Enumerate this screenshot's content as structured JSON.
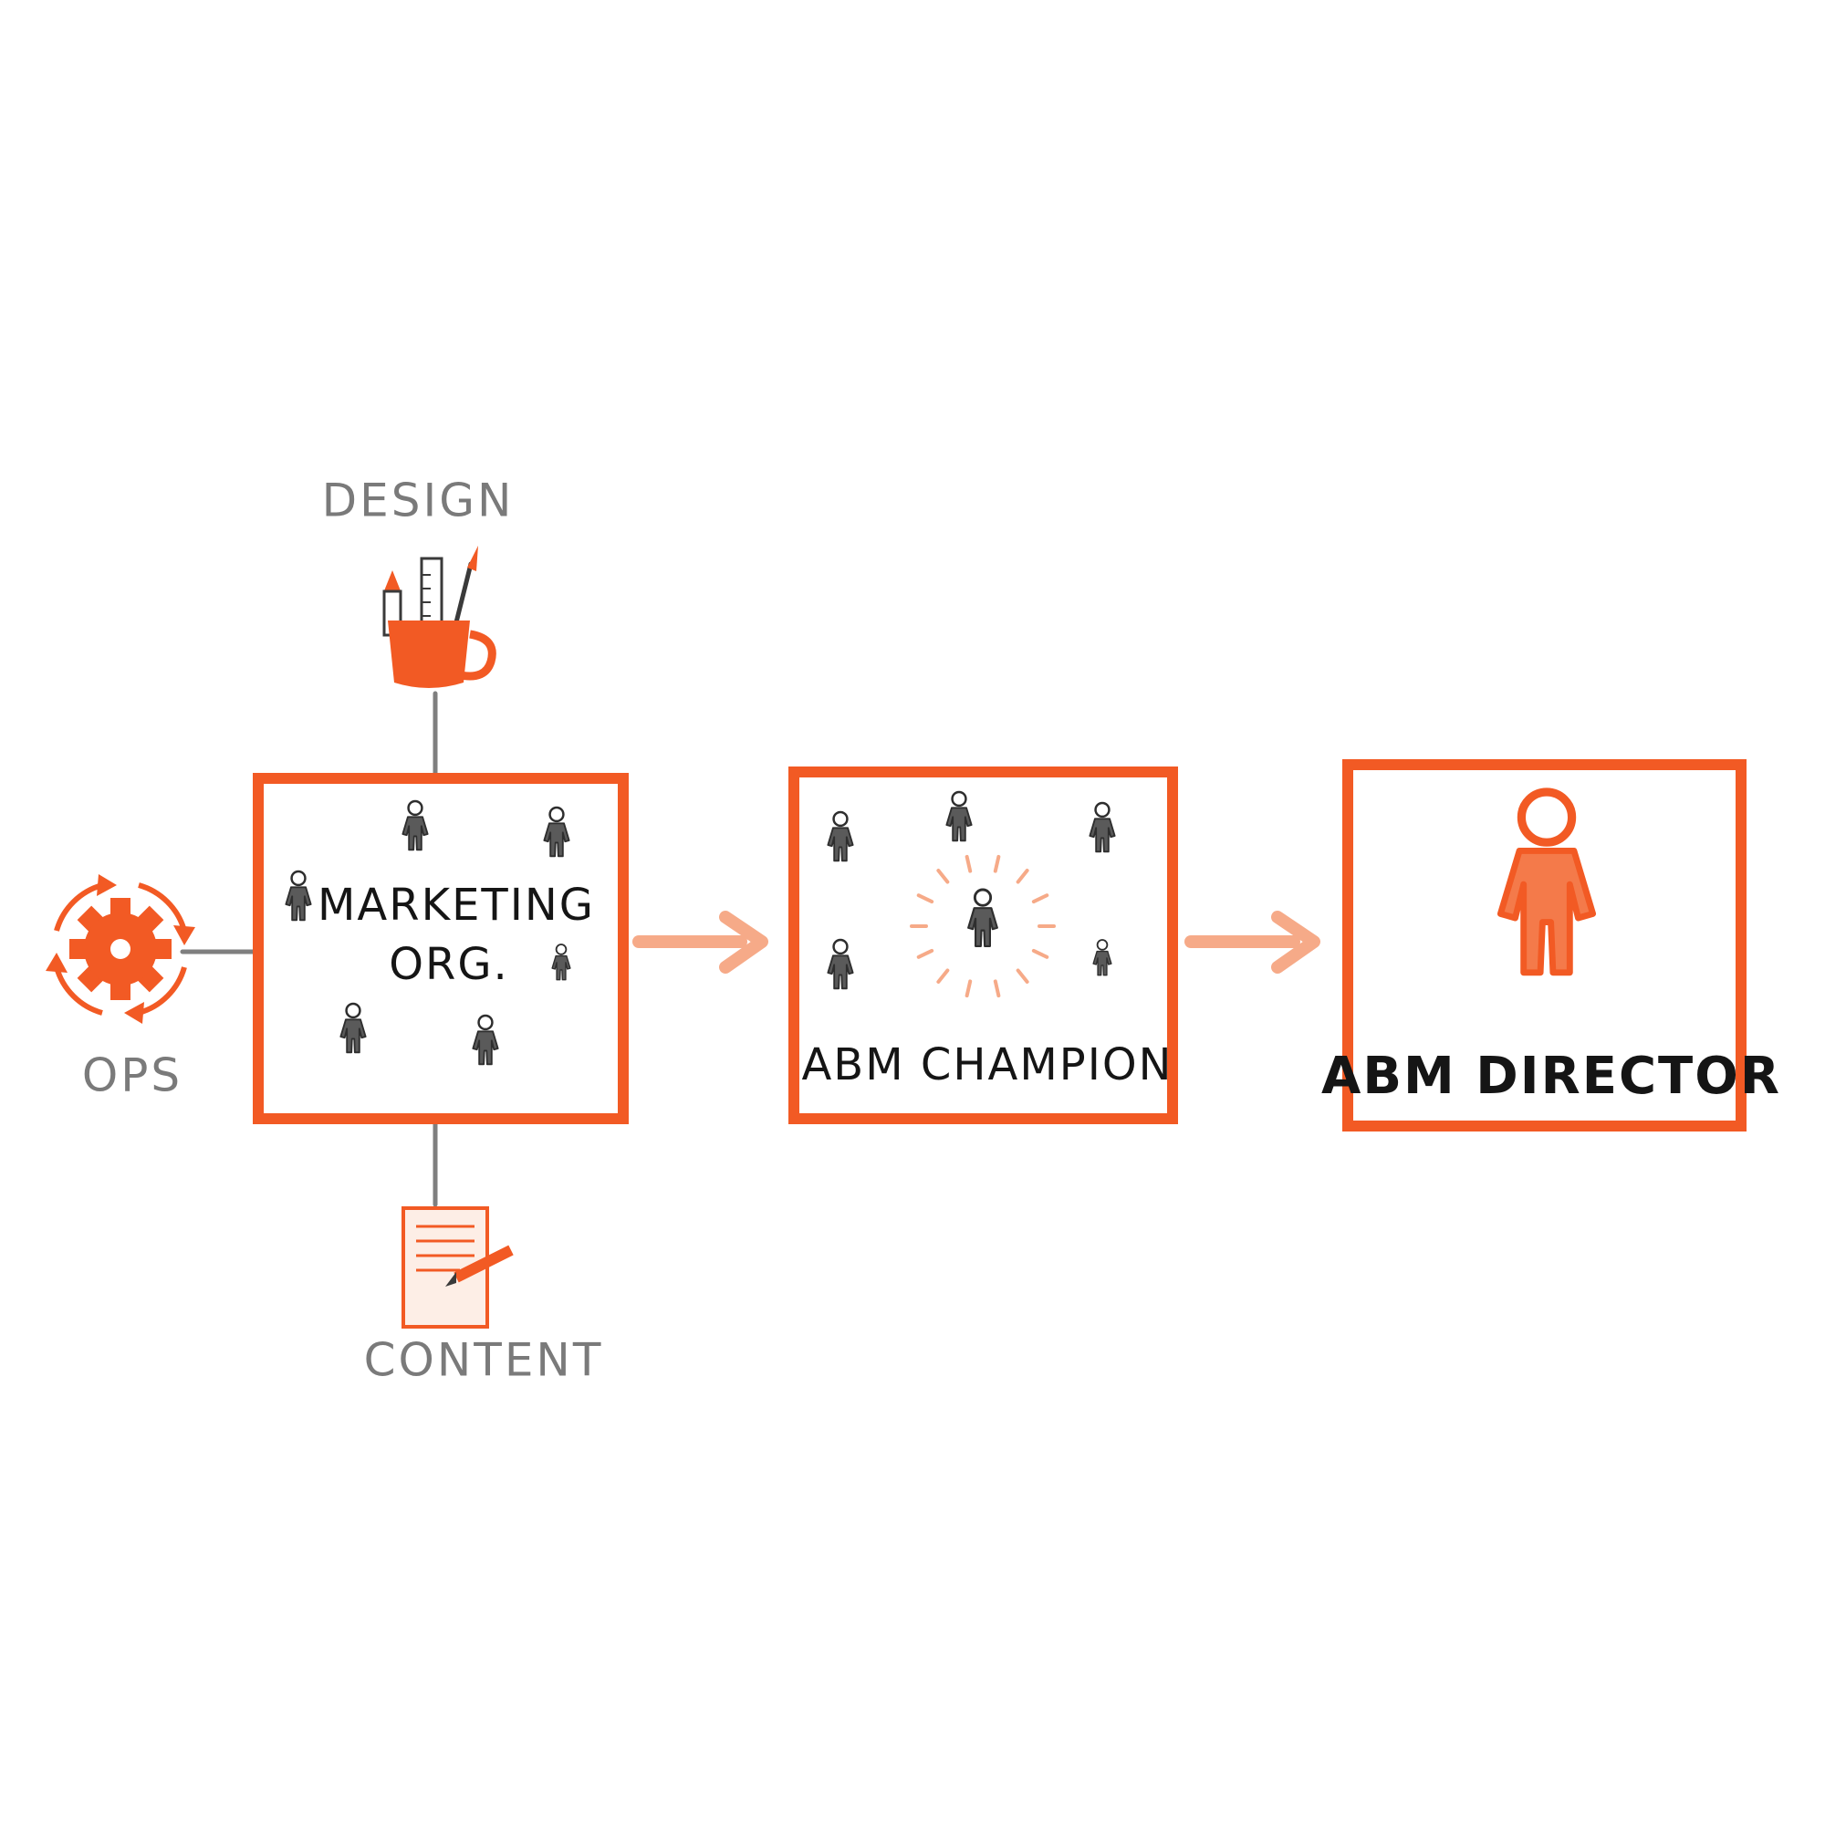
{
  "colors": {
    "accent": "#f25a24",
    "accent_light": "#f6aa88",
    "line_grey": "#7f7f7f",
    "person_grey": "#3a3a3a",
    "label_grey": "#7a7a7a",
    "text_dark": "#151515"
  },
  "satellites": {
    "design": {
      "label": "DESIGN",
      "icon": "pencil-cup-icon"
    },
    "ops": {
      "label": "OPS",
      "icon": "gear-cycle-icon"
    },
    "content": {
      "label": "CONTENT",
      "icon": "document-pencil-icon"
    }
  },
  "boxes": [
    {
      "id": "marketing-org",
      "label_lines": [
        "MARKETING",
        "ORG."
      ]
    },
    {
      "id": "abm-champion",
      "label_lines": [
        "ABM CHAMPION"
      ]
    },
    {
      "id": "abm-director",
      "label_lines": [
        "ABM DIRECTOR"
      ]
    }
  ],
  "arrows": [
    {
      "from": "marketing-org",
      "to": "abm-champion"
    },
    {
      "from": "abm-champion",
      "to": "abm-director"
    }
  ]
}
